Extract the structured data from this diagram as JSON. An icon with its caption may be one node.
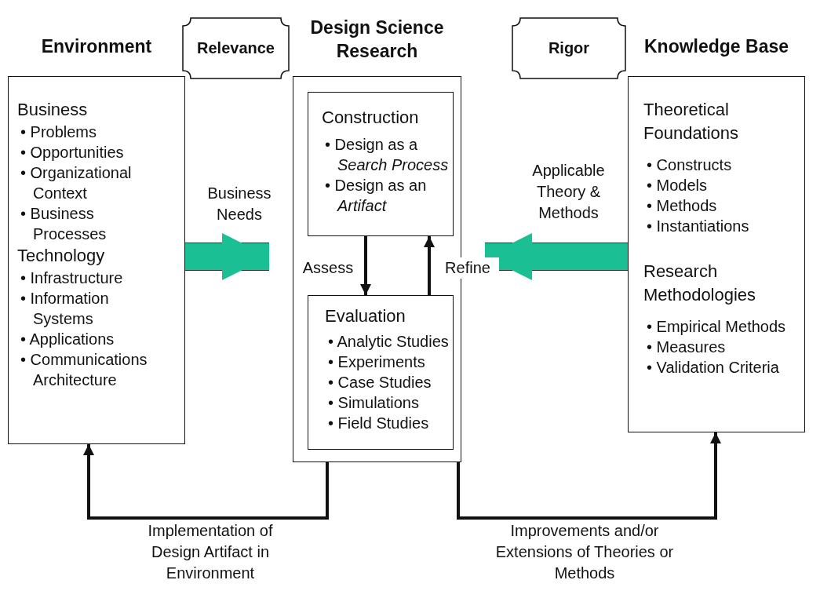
{
  "diagram": {
    "nodes": [
      {
        "text": [
          "Environment",
          "Business",
          "• Problems",
          "• Opportunities",
          "• Organizational Context",
          "• Business Processes",
          "Technology",
          "• Infrastructure",
          "• Information Systems",
          "• Applications",
          "• Communications Architecture"
        ]
      },
      {
        "text": [
          "Relevance"
        ]
      },
      {
        "text": [
          "Design Science Research"
        ]
      },
      {
        "text": [
          "Construction",
          "• Design as a *Search Process*",
          "• Design as an *Artifact*"
        ],
        "in": 2
      },
      {
        "text": [
          "Evaluation",
          "• Analytic Studies",
          "• Experiments",
          "• Case Studies",
          "• Simulations",
          "• Field Studies"
        ],
        "in": 2
      },
      {
        "text": [
          "Rigor"
        ]
      },
      {
        "text": [
          "Knowledge Base",
          "Theoretical Foundations",
          "• Constructs",
          "• Models",
          "• Methods",
          "• Instantiations",
          "Research Methodologies",
          "• Empirical Methods",
          "• Measures",
          "• Validation Criteria"
        ]
      }
    ],
    "edges": [
      {
        "from": 0,
        "to": 2,
        "arrow": "to",
        "label": "Business Needs",
        "style": "thick",
        "color": "#1abf94"
      },
      {
        "from": 6,
        "to": 2,
        "arrow": "to",
        "label": "Applicable Theory & Methods",
        "style": "thick",
        "color": "#1abf94"
      },
      {
        "from": 3,
        "to": 4,
        "arrow": "to",
        "label": "Assess",
        "color": "#111111"
      },
      {
        "from": 4,
        "to": 3,
        "arrow": "to",
        "label": "Refine",
        "color": "#111111"
      },
      {
        "from": 2,
        "to": 0,
        "arrow": "to",
        "label": "Implementation of Design Artifact in Environment",
        "color": "#111111"
      },
      {
        "from": 2,
        "to": 6,
        "arrow": "to",
        "label": "Improvements and/or Extensions of Theories or Methods",
        "color": "#111111"
      }
    ]
  }
}
